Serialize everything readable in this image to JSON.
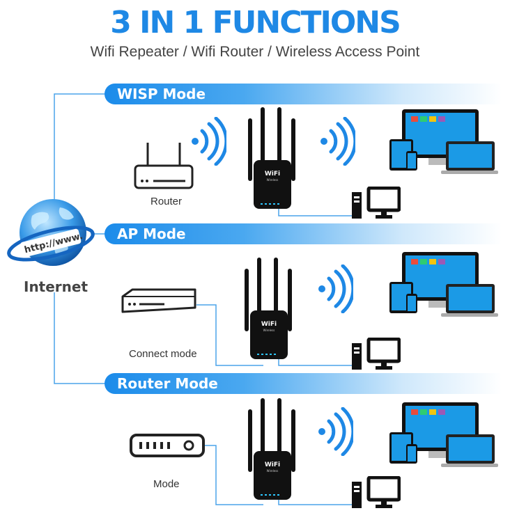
{
  "header": {
    "title": "3 IN 1 FUNCTIONS",
    "subtitle": "Wifi Repeater / Wifi Router / Wireless Access Point"
  },
  "internet": {
    "label": "Internet",
    "globe_text": "http://www."
  },
  "modes": [
    {
      "label": "WISP Mode",
      "device_caption": "Router",
      "device": "router-icon"
    },
    {
      "label": "AP Mode",
      "device_caption": "Connect mode",
      "device": "switch-icon"
    },
    {
      "label": "Router Mode",
      "device_caption": "Mode",
      "device": "modem-icon"
    }
  ],
  "repeater": {
    "logo_text": "WiFi",
    "brand_text": "Wireless"
  },
  "colors": {
    "accent": "#1e88e5",
    "link_line": "#4aa3ea",
    "device_outline": "#222222",
    "repeater": "#111111"
  }
}
